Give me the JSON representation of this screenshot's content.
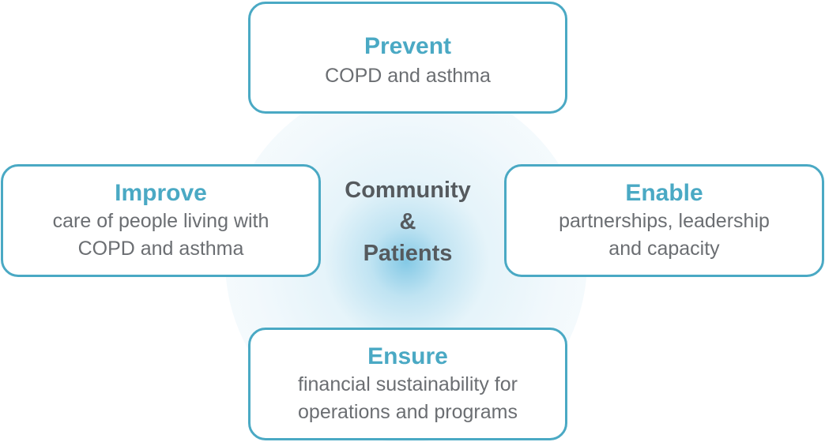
{
  "center": {
    "line1": "Community",
    "line2": "&",
    "line3": "Patients"
  },
  "boxes": {
    "prevent": {
      "title": "Prevent",
      "desc": "COPD and asthma"
    },
    "improve": {
      "title": "Improve",
      "desc": "care of people living with\nCOPD and asthma"
    },
    "enable": {
      "title": "Enable",
      "desc": "partnerships, leadership\nand capacity"
    },
    "ensure": {
      "title": "Ensure",
      "desc": "financial sustainability for\noperations and programs"
    }
  },
  "colors": {
    "accent": "#4aa9c4",
    "text": "#6b6e72",
    "center_text": "#555a5e",
    "glow": "#7dc6e4"
  }
}
